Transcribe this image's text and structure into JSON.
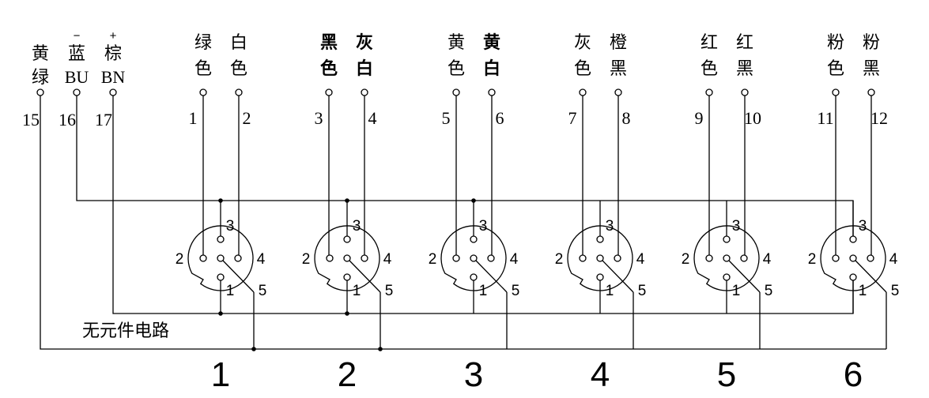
{
  "power_terminals": [
    {
      "top": "黄",
      "bottom": "绿",
      "symbol": "",
      "number": "15"
    },
    {
      "top": "蓝",
      "bottom": "BU",
      "symbol": "−",
      "number": "16"
    },
    {
      "top": "棕",
      "bottom": "BN",
      "symbol": "+",
      "number": "17"
    }
  ],
  "signal_terminals": [
    {
      "top": "绿",
      "bottom": "色",
      "number": "1",
      "bold": false
    },
    {
      "top": "白",
      "bottom": "色",
      "number": "2",
      "bold": false
    },
    {
      "top": "黑",
      "bottom": "色",
      "number": "3",
      "bold": true
    },
    {
      "top": "灰",
      "bottom": "白",
      "number": "4",
      "bold": true
    },
    {
      "top": "黄",
      "bottom": "色",
      "number": "5",
      "bold": false
    },
    {
      "top": "黄",
      "bottom": "白",
      "number": "6",
      "bold": true
    },
    {
      "top": "灰",
      "bottom": "色",
      "number": "7",
      "bold": false
    },
    {
      "top": "橙",
      "bottom": "黑",
      "number": "8",
      "bold": false
    },
    {
      "top": "红",
      "bottom": "色",
      "number": "9",
      "bold": false
    },
    {
      "top": "红",
      "bottom": "黑",
      "number": "10",
      "bold": false
    },
    {
      "top": "粉",
      "bottom": "色",
      "number": "11",
      "bold": false
    },
    {
      "top": "粉",
      "bottom": "黑",
      "number": "12",
      "bold": false
    }
  ],
  "connectors": [
    {
      "label": "1"
    },
    {
      "label": "2"
    },
    {
      "label": "3"
    },
    {
      "label": "4"
    },
    {
      "label": "5"
    },
    {
      "label": "6"
    }
  ],
  "pin_labels": [
    "1",
    "2",
    "3",
    "4",
    "5"
  ],
  "note": "无元件电路",
  "colors": {
    "line": "#000000",
    "background": "#ffffff"
  }
}
